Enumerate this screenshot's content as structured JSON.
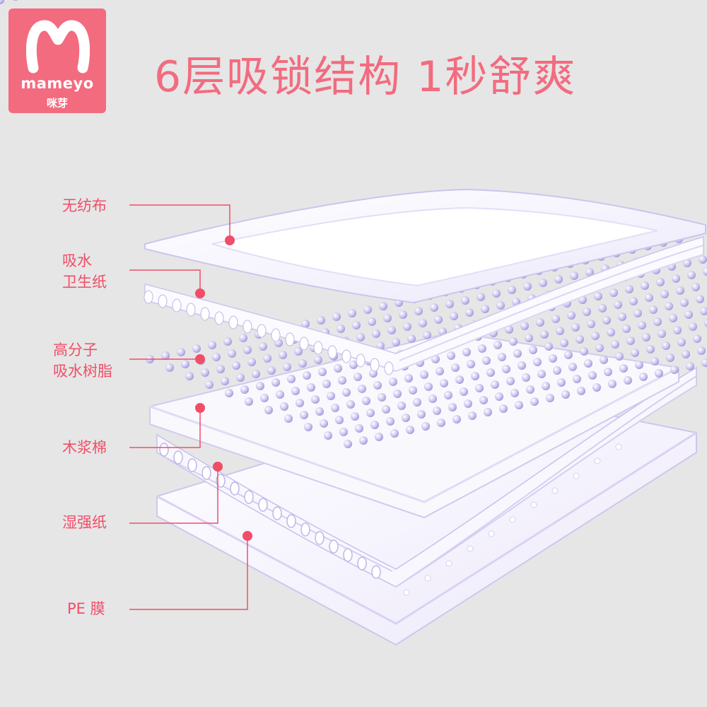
{
  "brand": {
    "logo_word": "mameyo",
    "logo_cn": "咪芽",
    "color": "#f36b7f"
  },
  "headline": "6层吸锁结构 1秒舒爽",
  "layers": [
    {
      "label": "无纺布"
    },
    {
      "label": "吸水\n卫生纸"
    },
    {
      "label": "高分子\n吸水树脂"
    },
    {
      "label": "木浆棉"
    },
    {
      "label": "湿强纸"
    },
    {
      "label": "PE 膜"
    }
  ],
  "colors": {
    "accent": "#f04e68",
    "sheet_fill": "#f6f4fd",
    "sheet_edge": "#cfc6ee",
    "bead": "#b8aee6"
  }
}
